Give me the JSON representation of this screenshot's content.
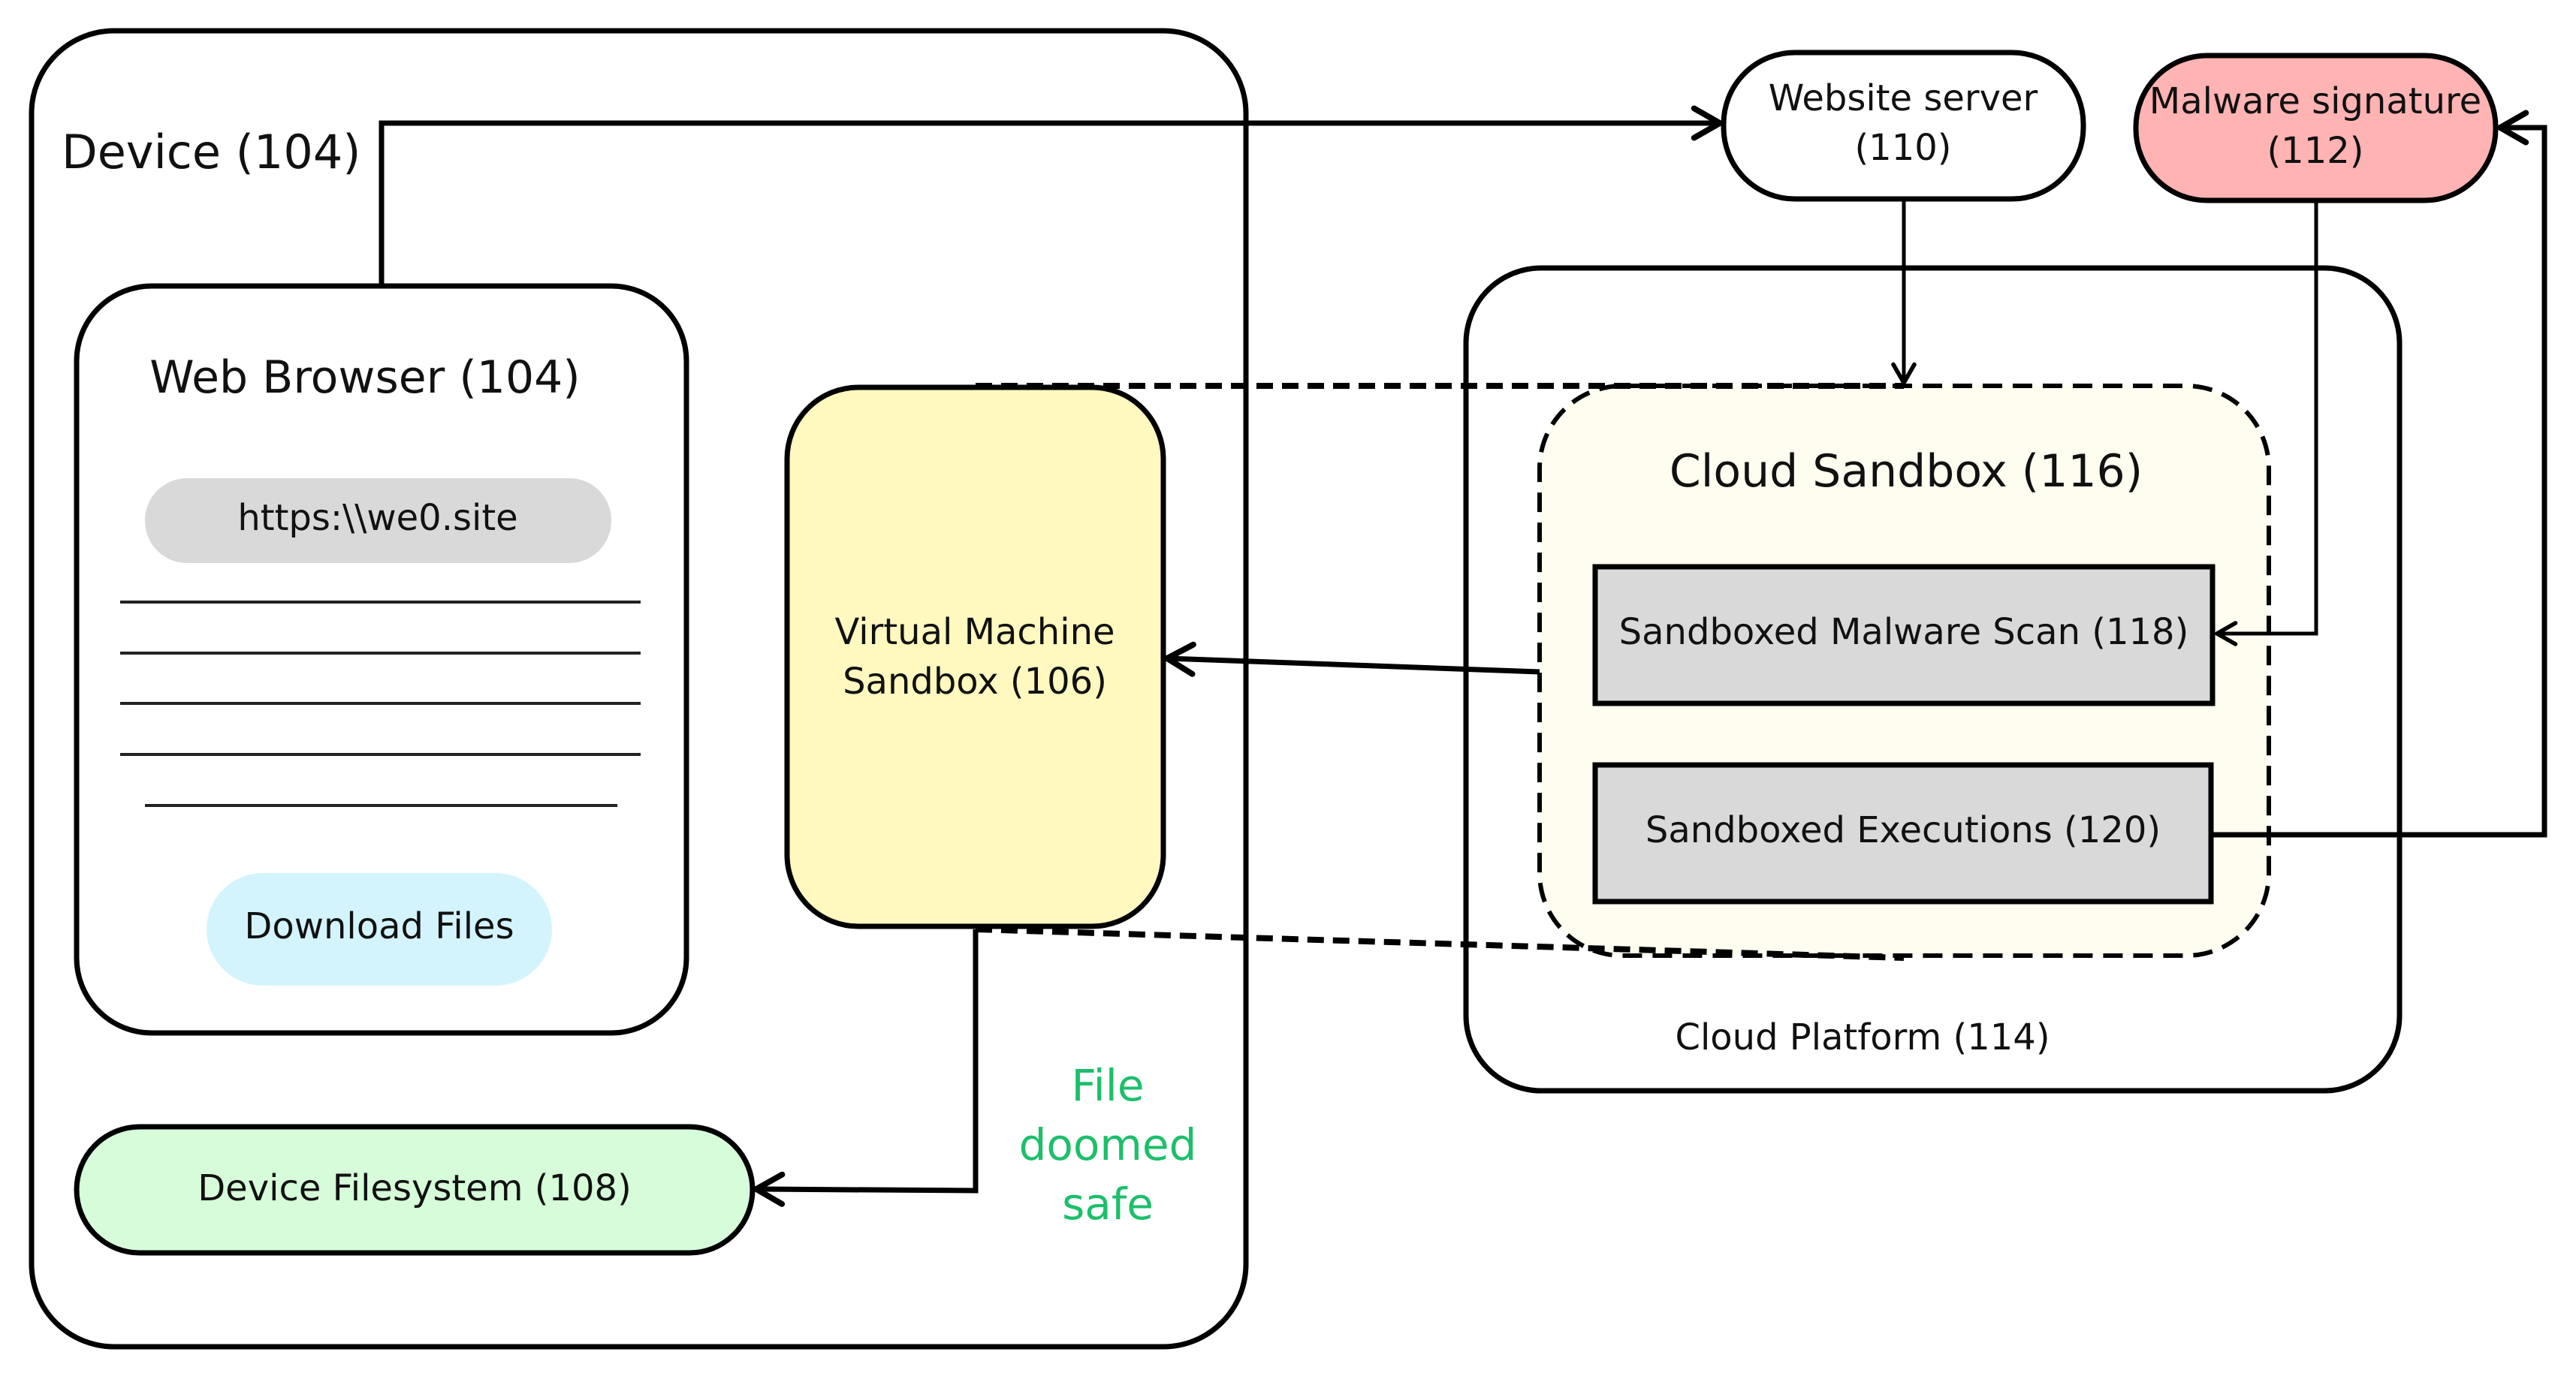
{
  "diagram": {
    "device": {
      "label": "Device (104)"
    },
    "web_browser": {
      "title": "Web Browser (104)",
      "url": "https:\\\\we0.site",
      "content_lines": 5,
      "download_button": "Download Files"
    },
    "vm_sandbox": {
      "line1": "Virtual Machine",
      "line2": "Sandbox (106)"
    },
    "device_filesystem": {
      "label": "Device Filesystem (108)"
    },
    "file_status_note": {
      "line1": "File",
      "line2": "doomed",
      "line3": "safe"
    },
    "website_server": {
      "line1": "Website server",
      "line2": "(110)"
    },
    "malware_signature": {
      "line1": "Malware signature",
      "line2": "(112)"
    },
    "cloud_platform": {
      "label": "Cloud Platform (114)"
    },
    "cloud_sandbox": {
      "title": "Cloud Sandbox (116)",
      "malware_scan": "Sandboxed Malware Scan (118)",
      "executions": "Sandboxed Executions (120)"
    },
    "connections": [
      {
        "from": "Web Browser (104)",
        "to": "Website server (110)"
      },
      {
        "from": "Website server (110)",
        "to": "Cloud Sandbox (116)"
      },
      {
        "from": "Malware signature (112)",
        "to": "Sandboxed Malware Scan (118)"
      },
      {
        "from": "Sandboxed Executions (120)",
        "to": "Malware signature (112)"
      },
      {
        "from": "Cloud Sandbox (116)",
        "to": "Virtual Machine Sandbox (106)"
      },
      {
        "from": "Virtual Machine Sandbox (106)",
        "to": "Device Filesystem (108)"
      }
    ],
    "colors": {
      "vm_sandbox_fill": "#fff8bf",
      "filesystem_fill": "#d6fcd9",
      "malware_signature_fill": "#ffb3b3",
      "cloud_sandbox_fill": "#fffdf0",
      "inner_box_fill": "#d9d9d9",
      "url_pill_fill": "#d9d9d9",
      "download_pill_fill": "#d4f4fd",
      "note_text": "#1dbf6a"
    }
  }
}
